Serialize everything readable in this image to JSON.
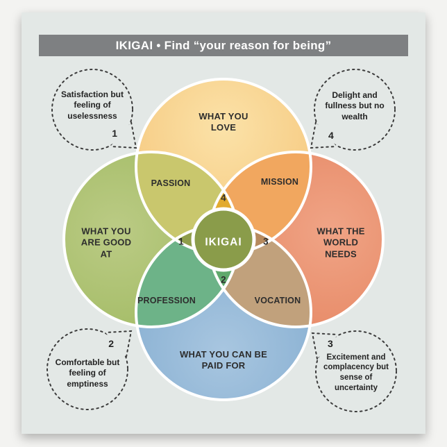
{
  "header": {
    "title": "IKIGAI • Find “your reason for being”",
    "bg_color": "#7e8082"
  },
  "poster": {
    "bg_color": "#e3e8e6"
  },
  "venn": {
    "circle_labels": {
      "love": "WHAT YOU LOVE",
      "good_at": "WHAT YOU ARE GOOD AT",
      "world_needs": "WHAT THE WORLD NEEDS",
      "paid_for": "WHAT YOU CAN BE PAID FOR"
    },
    "overlap_labels": {
      "passion": "PASSION",
      "mission": "MISSION",
      "profession": "PROFESSION",
      "vocation": "VOCATION",
      "center": "IKIGAI"
    },
    "numbers": {
      "n1": "1",
      "n2": "2",
      "n3": "3",
      "n4": "4"
    }
  },
  "colors": {
    "love": "#f4c173",
    "love_light": "#fbe2a8",
    "good": "#9cb75c",
    "good_light": "#bbcb85",
    "needs": "#e4815c",
    "needs_light": "#f0a486",
    "paid": "#7da8cd",
    "paid_light": "#a8c6e0",
    "passion": "#c9c76d",
    "mission": "#f1a75f",
    "profession": "#6db388",
    "vocation": "#c1a17c",
    "n1": "#8f9d4a",
    "n2": "#5fa96c",
    "n3": "#b68a5e",
    "n4": "#e2ab30",
    "ikigai": "#8a9c4a"
  },
  "callouts": {
    "top_left": {
      "number": "1",
      "text": "Satisfaction but feeling of uselessness"
    },
    "top_right": {
      "number": "4",
      "text": "Delight and fullness but no wealth"
    },
    "bottom_left": {
      "number": "2",
      "text": "Comfortable but feeling of emptiness"
    },
    "bottom_right": {
      "number": "3",
      "text": "Excitement and complacency but sense of uncertainty"
    }
  }
}
